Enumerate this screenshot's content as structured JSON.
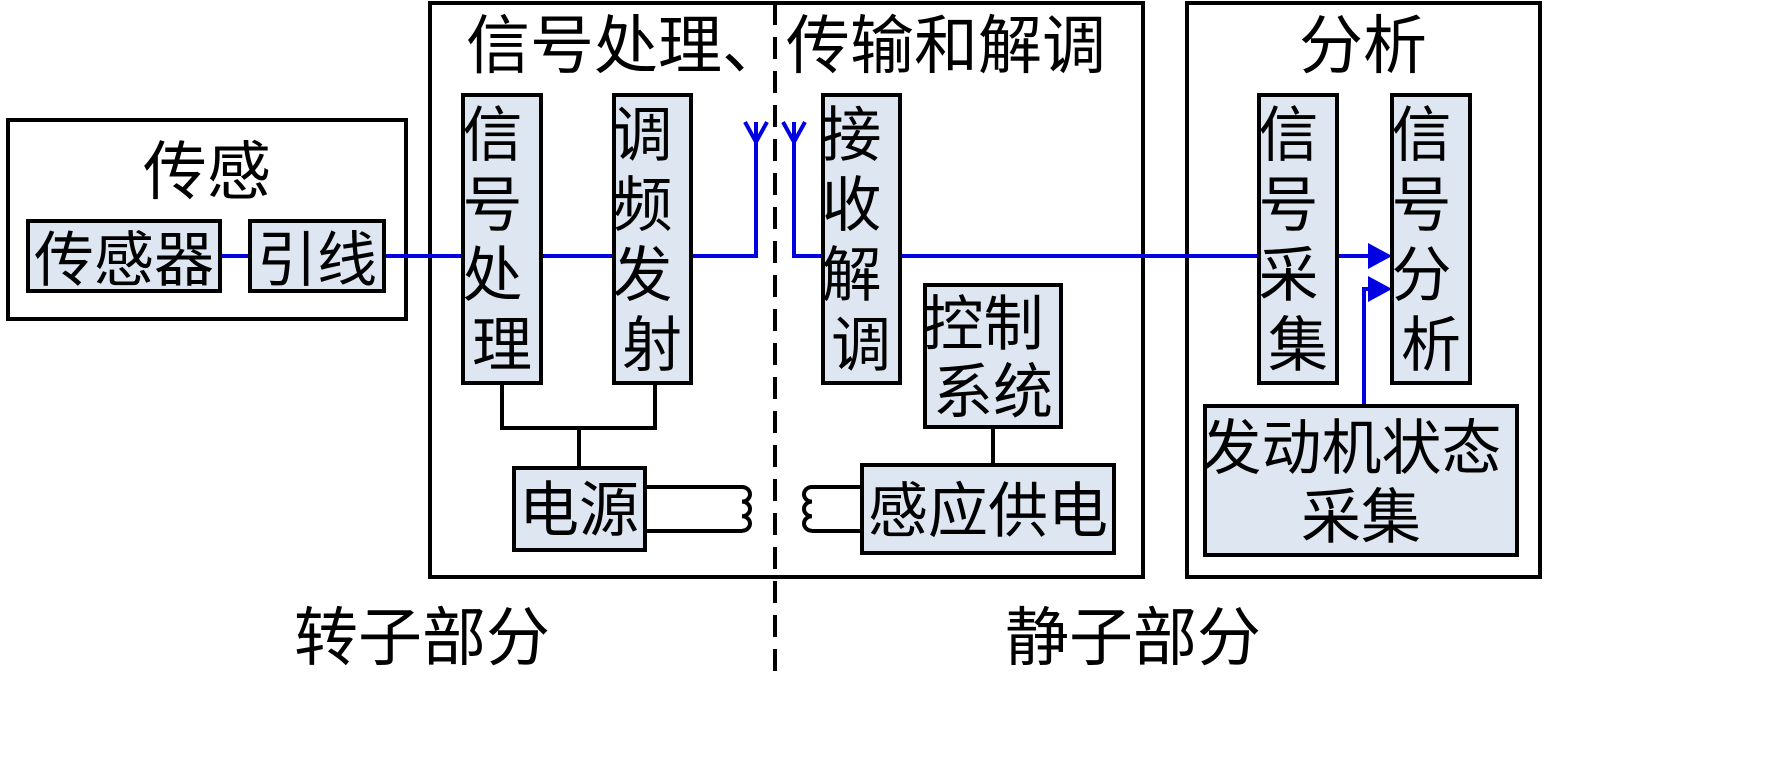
{
  "groups": {
    "sensing": "传感",
    "processing": "信号处理、传输和解调",
    "analysis": "分析"
  },
  "blocks": {
    "sensor": "传感器",
    "lead": "引线",
    "signal_processing": [
      "信",
      "号",
      "处",
      "理"
    ],
    "fm_transmit": [
      "调",
      "频",
      "发",
      "射"
    ],
    "power": "电源",
    "receive_demod": [
      "接",
      "收",
      "解",
      "调"
    ],
    "control_system": [
      "控制",
      "系统"
    ],
    "inductive_power": "感应供电",
    "signal_acquisition": [
      "信",
      "号",
      "采",
      "集"
    ],
    "signal_analysis": [
      "信",
      "号",
      "分",
      "析"
    ],
    "engine_state": [
      "发动机状态",
      "采集"
    ]
  },
  "regions": {
    "rotor": "转子部分",
    "stator": "静子部分"
  },
  "colors": {
    "signal_line": "#0000e0",
    "block_fill": "#dde6f1",
    "outline": "#000000"
  }
}
